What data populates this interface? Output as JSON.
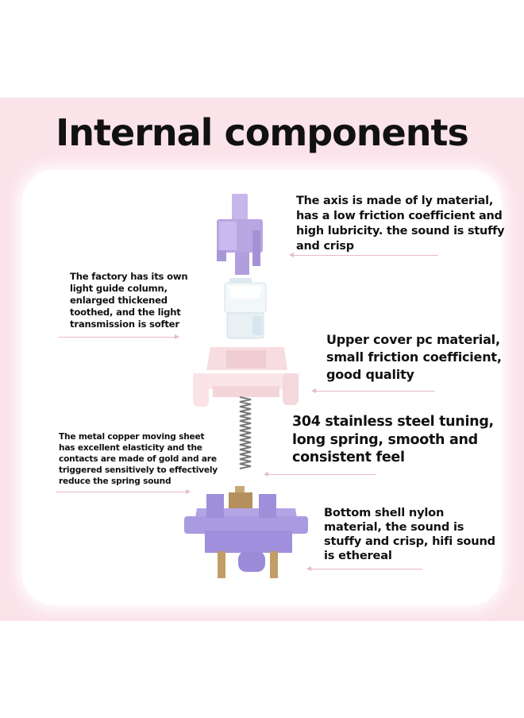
{
  "title": "Internal components",
  "annotations": {
    "axis": "The axis is made of ly material,\nhas a low friction coefficient and\nhigh lubricity. the sound is stuffy\nand crisp",
    "light_guide": "The factory has its own\nlight guide column,\nenlarged thickened\ntoothed, and the light\ntransmission is softer",
    "upper_cover": "Upper cover pc material,\nsmall friction coefficient,\ngood quality",
    "spring": "304 stainless steel tuning,\nlong spring, smooth and\nconsistent feel",
    "copper_sheet": "The metal copper moving sheet\nhas excellent elasticity and the\ncontacts are made of gold and are\ntriggered sensitively to effectively\nreduce the spring sound",
    "bottom_shell": "Bottom shell nylon\nmaterial, the sound is\nstuffy and crisp, hifi sound\nis ethereal"
  },
  "colors": {
    "background_band": "#fbe3ea",
    "panel": "#ffffff",
    "stem": "#b8a6e0",
    "light_guide": "#eef4f8",
    "upper_cover": "#f9dfe2",
    "spring": "#7a7a7a",
    "bottom_shell": "#a99be2",
    "copper_leaf": "#c8a878",
    "leader_line": "#e8b9c6"
  }
}
